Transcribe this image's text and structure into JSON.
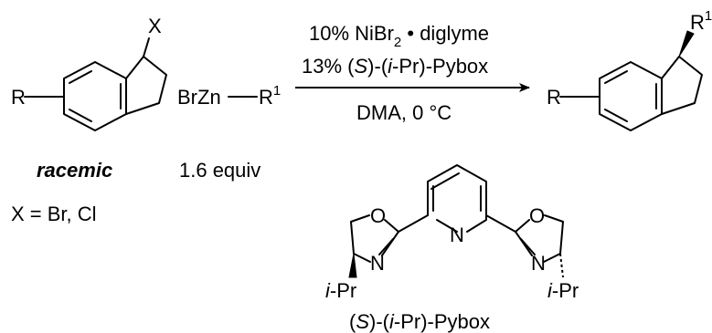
{
  "reactant": {
    "substituent_r": "R",
    "leaving_group": "X",
    "descriptor": "racemic",
    "x_definition": "X = Br, Cl"
  },
  "reagent": {
    "zinc_prefix": "BrZn",
    "group": "R",
    "group_sup": "1",
    "equiv": "1.6 equiv"
  },
  "conditions": {
    "catalyst_amount": "10% NiBr",
    "catalyst_sub": "2",
    "catalyst_suffix": " • diglyme",
    "ligand_amount": "13% (",
    "ligand_config": "S",
    "ligand_mid": ")-(",
    "ligand_ipr": "i",
    "ligand_rest": "-Pr)-Pybox",
    "solvent_temp": "DMA, 0 °C"
  },
  "product": {
    "substituent_r": "R",
    "group": "R",
    "group_sup": "1"
  },
  "ligand_structure": {
    "atom_n_pyridine": "N",
    "atom_o_left": "O",
    "atom_n_left": "N",
    "atom_o_right": "O",
    "atom_n_right": "N",
    "ipr_left_i": "i",
    "ipr_left_rest": "-Pr",
    "ipr_right_i": "i",
    "ipr_right_rest": "-Pr",
    "name_open": "(",
    "name_config": "S",
    "name_mid": ")-(",
    "name_i": "i",
    "name_rest": "-Pr)-Pybox"
  }
}
